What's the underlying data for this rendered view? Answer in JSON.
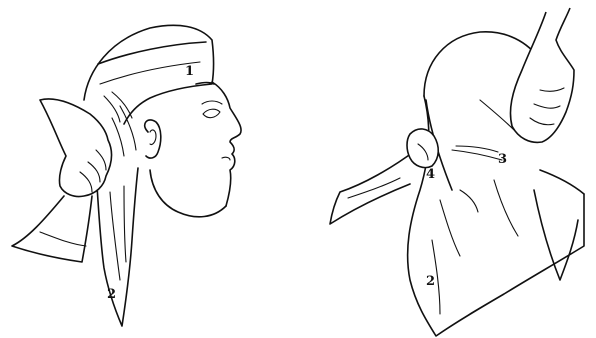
{
  "figures": [
    {
      "name": "head-side-view",
      "labels": [
        "1",
        "2"
      ]
    },
    {
      "name": "head-back-view",
      "labels": [
        "3",
        "4",
        "2"
      ]
    }
  ]
}
